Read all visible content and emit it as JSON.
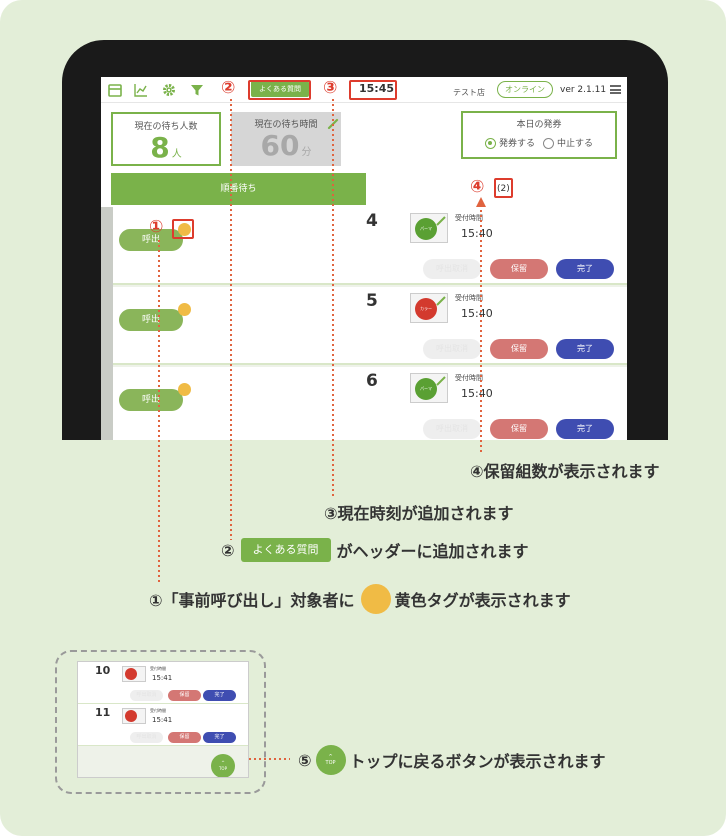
{
  "colors": {
    "accent": "#7ab24a",
    "panel": "#e3eed8",
    "annotation_red": "#dd3c2d",
    "hold": "#d47774",
    "done": "#3f4db1",
    "tag_yellow": "#f0bb45"
  },
  "header": {
    "icons": [
      "calendar-icon",
      "chart-icon",
      "gear-icon",
      "filter-icon"
    ],
    "faq_label": "よくある質問",
    "time": "15:45",
    "user": "テスト店",
    "status": "オンライン",
    "version": "ver 2.1.11"
  },
  "stats": {
    "waiting_count_label": "現在の待ち人数",
    "waiting_count": "8",
    "waiting_count_unit": "人",
    "waiting_time_label": "現在の待ち時間",
    "waiting_time": "60",
    "waiting_time_unit": "分"
  },
  "issue": {
    "title": "本日の発券",
    "option_on": "発券する",
    "option_off": "中止する"
  },
  "tabs": {
    "waiting": "順番待ち",
    "hold_count": "(2)"
  },
  "rows": [
    {
      "call": "呼出",
      "number": "4",
      "menu": "パーマ",
      "menu_color": "#5aa033",
      "label": "受付時間",
      "time": "15:40",
      "cancel": "呼出取消",
      "hold": "保留",
      "done": "完了"
    },
    {
      "call": "呼出",
      "number": "5",
      "menu": "カラー",
      "menu_color": "#d33a2e",
      "label": "受付時間",
      "time": "15:40",
      "cancel": "呼出取消",
      "hold": "保留",
      "done": "完了"
    },
    {
      "call": "呼出",
      "number": "6",
      "menu": "パーマ",
      "menu_color": "#5aa033",
      "label": "受付時間",
      "time": "15:40",
      "cancel": "呼出取消",
      "hold": "保留",
      "done": "完了"
    }
  ],
  "annotations": {
    "n1": "①",
    "n2": "②",
    "n3": "③",
    "n4": "④",
    "n5": "⑤",
    "a4": "④保留組数が表示されます",
    "a3": "③現在時刻が追加されます",
    "a2_pre": "②",
    "a2_chip": "よくある質問",
    "a2_post": "がヘッダーに追加されます",
    "a1_pre": "①「事前呼び出し」対象者に",
    "a1_post": "黄色タグが表示されます",
    "a5_pre": "⑤",
    "a5_post": "トップに戻るボタンが表示されます"
  },
  "inset": {
    "rows": [
      {
        "number": "10",
        "label": "受付時間",
        "time": "15:41",
        "cancel": "呼出取消",
        "hold": "保留",
        "done": "完了"
      },
      {
        "number": "11",
        "label": "受付時間",
        "time": "15:41",
        "cancel": "呼出取消",
        "hold": "保留",
        "done": "完了"
      }
    ],
    "top_label": "TOP"
  }
}
